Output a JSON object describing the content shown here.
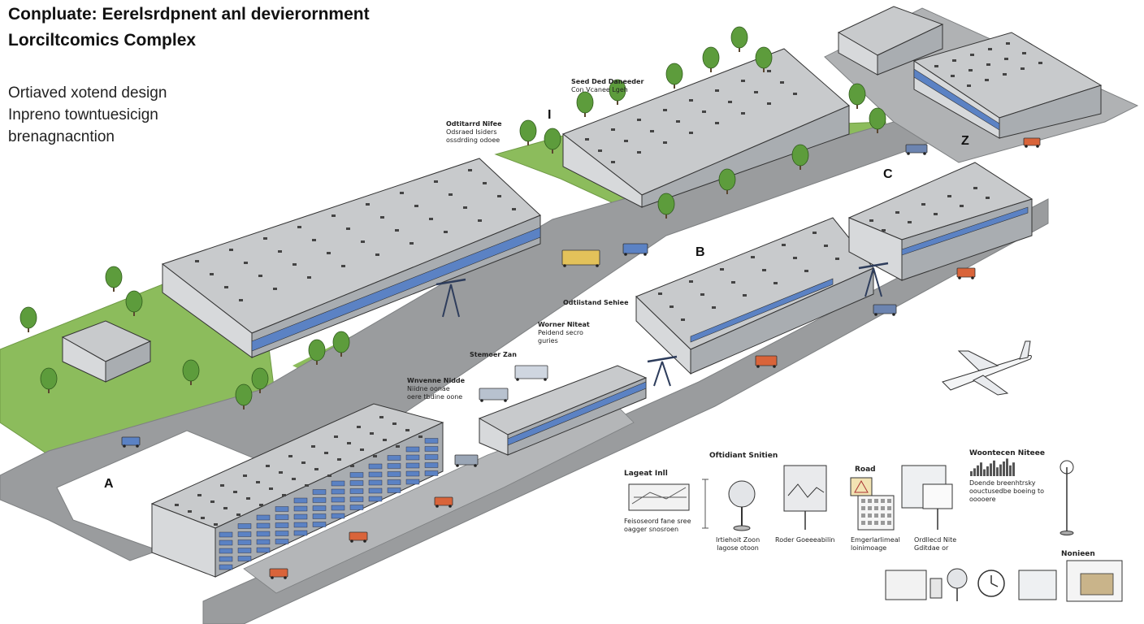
{
  "header": {
    "title_line1": "Conpluate: Eerelsrdpnent anl devierornment",
    "title_line2": "Lorciltcomics Complex",
    "sub_line1": "Ortiaved xotend design",
    "sub_line2": "Inpreno towntuesicign",
    "sub_line3": "brenagnacntion"
  },
  "zones": {
    "a": "A",
    "b": "B",
    "c": "C",
    "i": "I",
    "z": "Z"
  },
  "callouts": {
    "top_center": [
      "Seed Ded Daneeder",
      "Con Vcanee Lgeh"
    ],
    "upper_left": [
      "Odtitarrd Nifee",
      "Odsraed Isiders",
      "ossdrding odoee"
    ],
    "mid_center": "Odtiistand Sehiee",
    "mid_small": [
      "Worner Niteat",
      "Peidend secro",
      "guries"
    ],
    "storage_zone": "Stemoer Zan",
    "lower_left": [
      "Wnvenne Nidde",
      "Niidne oonae",
      "oere tbdine oone"
    ]
  },
  "legend": {
    "legend_title": "Lageat Inll",
    "legend_desc": [
      "Feisoseord fane sree",
      "oagger snosroen"
    ],
    "station_title": "Oftidiant Snitien",
    "road_title": "Road",
    "monitor_title": "Woontecen Niteee",
    "monitor_desc": [
      "Doende breenhtrsky",
      "oouctusedbe boeing to",
      "ooooere"
    ],
    "icon1_label": [
      "Irtiehoit Zoon",
      "lagose otoon"
    ],
    "icon2_label": "Roder Goeeeabilin",
    "icon3_label": [
      "Emgerlarlimeal",
      "loinimoage"
    ],
    "icon4_label": [
      "Ordllecd Nite",
      "Gditdae or"
    ],
    "monitor2_title": "Nonieen"
  },
  "colors": {
    "roof": "#c8cacc",
    "wall": "#d7d9db",
    "wall_dark": "#a9adb1",
    "accent_blue": "#5b82c4",
    "grass": "#8cbc5c",
    "tree": "#5d9c3c",
    "road": "#9a9c9e",
    "road_edge": "#7e8082",
    "vehicle_orange": "#d9643a",
    "outline": "#333333"
  },
  "icons": [
    "airplane-icon",
    "crane-icon",
    "truck-icon",
    "tree-icon",
    "globe-icon",
    "clock-icon",
    "monitor-icon",
    "antenna-icon",
    "map-icon"
  ]
}
